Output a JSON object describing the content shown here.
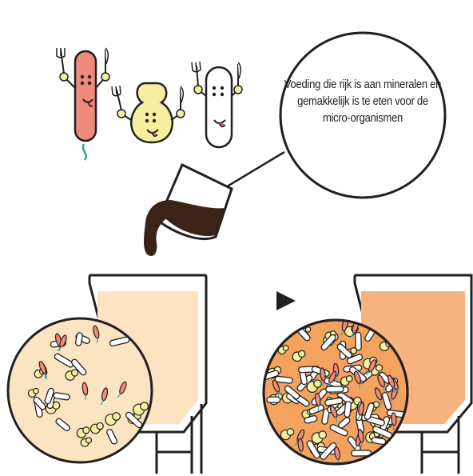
{
  "bubble": {
    "text": "Voeding die rijk is aan mineralen en gemakkelijk is te eten voor de micro-organismen"
  },
  "characters": [
    "rod-bacterium",
    "yeast",
    "lactic-bacterium"
  ],
  "colors": {
    "outline": "#231f20",
    "rod": "#f08a7a",
    "yeast": "#f7efa0",
    "white_microbe": "#ffffff",
    "liquid": "#3b2317",
    "tank_before": "#fde3c2",
    "tank_after": "#f6b27f",
    "circle_before": "#fbe5c0",
    "circle_after": "#f3a35e",
    "tail": "#2aa3a3"
  },
  "arrow": "play-arrow-icon"
}
